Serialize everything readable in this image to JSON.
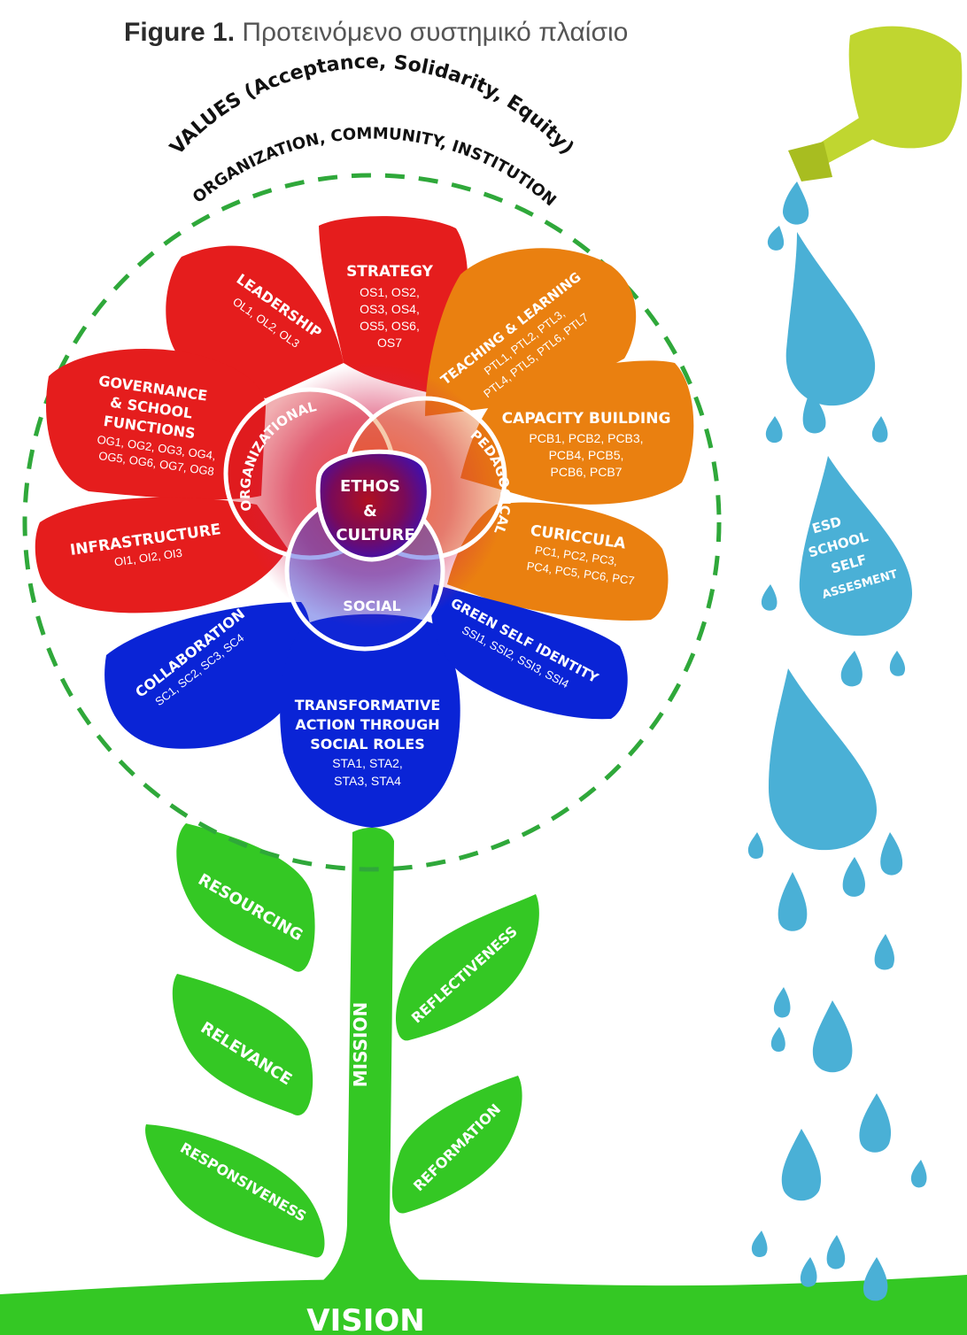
{
  "figure": {
    "label": "Figure 1.",
    "caption": "Προτεινόμενο συστημικό πλαίσιο"
  },
  "outer_ring": {
    "values": "VALUES (Acceptance, Solidarity, Equity)",
    "context": "ORGANIZATION, COMMUNITY, INSTITUTION"
  },
  "core": {
    "line1": "ETHOS",
    "line2": "&",
    "line3": "CULTURE"
  },
  "dimensions": {
    "organizational": "ORGANIZATIONAL",
    "pedagogical": "PEDAGOGICAL",
    "social": "SOCIAL"
  },
  "petals": {
    "leadership": {
      "title": "LEADERSHIP",
      "codes": "OL1, OL2, OL3"
    },
    "strategy": {
      "title": "STRATEGY",
      "codes": [
        "OS1, OS2,",
        "OS3, OS4,",
        "OS5, OS6,",
        "OS7"
      ]
    },
    "governance": {
      "title": [
        "GOVERNANCE",
        "& SCHOOL",
        "FUNCTIONS"
      ],
      "codes": [
        "OG1, OG2, OG3, OG4,",
        "OG5, OG6, OG7, OG8"
      ]
    },
    "infrastructure": {
      "title": "INFRASTRUCTURE",
      "codes": "OI1, OI2, OI3"
    },
    "teaching": {
      "title": "TEACHING & LEARNING",
      "codes": [
        "PTL1, PTL2, PTL3,",
        "PTL4, PTL5, PTL6, PTL7"
      ]
    },
    "capacity": {
      "title": "CAPACITY BUILDING",
      "codes": [
        "PCB1, PCB2, PCB3,",
        "PCB4, PCB5,",
        "PCB6, PCB7"
      ]
    },
    "curricula": {
      "title": "CURICCULA",
      "codes": [
        "PC1, PC2, PC3,",
        "PC4, PC5, PC6, PC7"
      ]
    },
    "collaboration": {
      "title": "COLLABORATION",
      "codes": "SC1, SC2, SC3, SC4"
    },
    "transformative": {
      "title": [
        "TRANSFORMATIVE",
        "ACTION THROUGH",
        "SOCIAL ROLES"
      ],
      "codes": [
        "STA1, STA2,",
        "STA3, STA4"
      ]
    },
    "green": {
      "title": "GREEN SELF IDENTITY",
      "codes": "SSI1, SSI2, SSI3, SSI4"
    }
  },
  "leaves": {
    "resourcing": "RESOURCING",
    "relevance": "RELEVANCE",
    "responsiveness": "RESPONSIVENESS",
    "reflectiveness": "REFLECTIVENESS",
    "reformation": "REFORMATION"
  },
  "stem": "MISSION",
  "ground": "VISION",
  "drop": [
    "ESD",
    "SCHOOL",
    "SELF",
    "ASSESMENT"
  ],
  "colors": {
    "organizational": "#e51d1d",
    "pedagogical": "#ea8010",
    "social": "#0a24d6",
    "plant": "#34c824",
    "water": "#4ab0d6",
    "can": "#c0d630",
    "ring": "#2fa83a"
  }
}
